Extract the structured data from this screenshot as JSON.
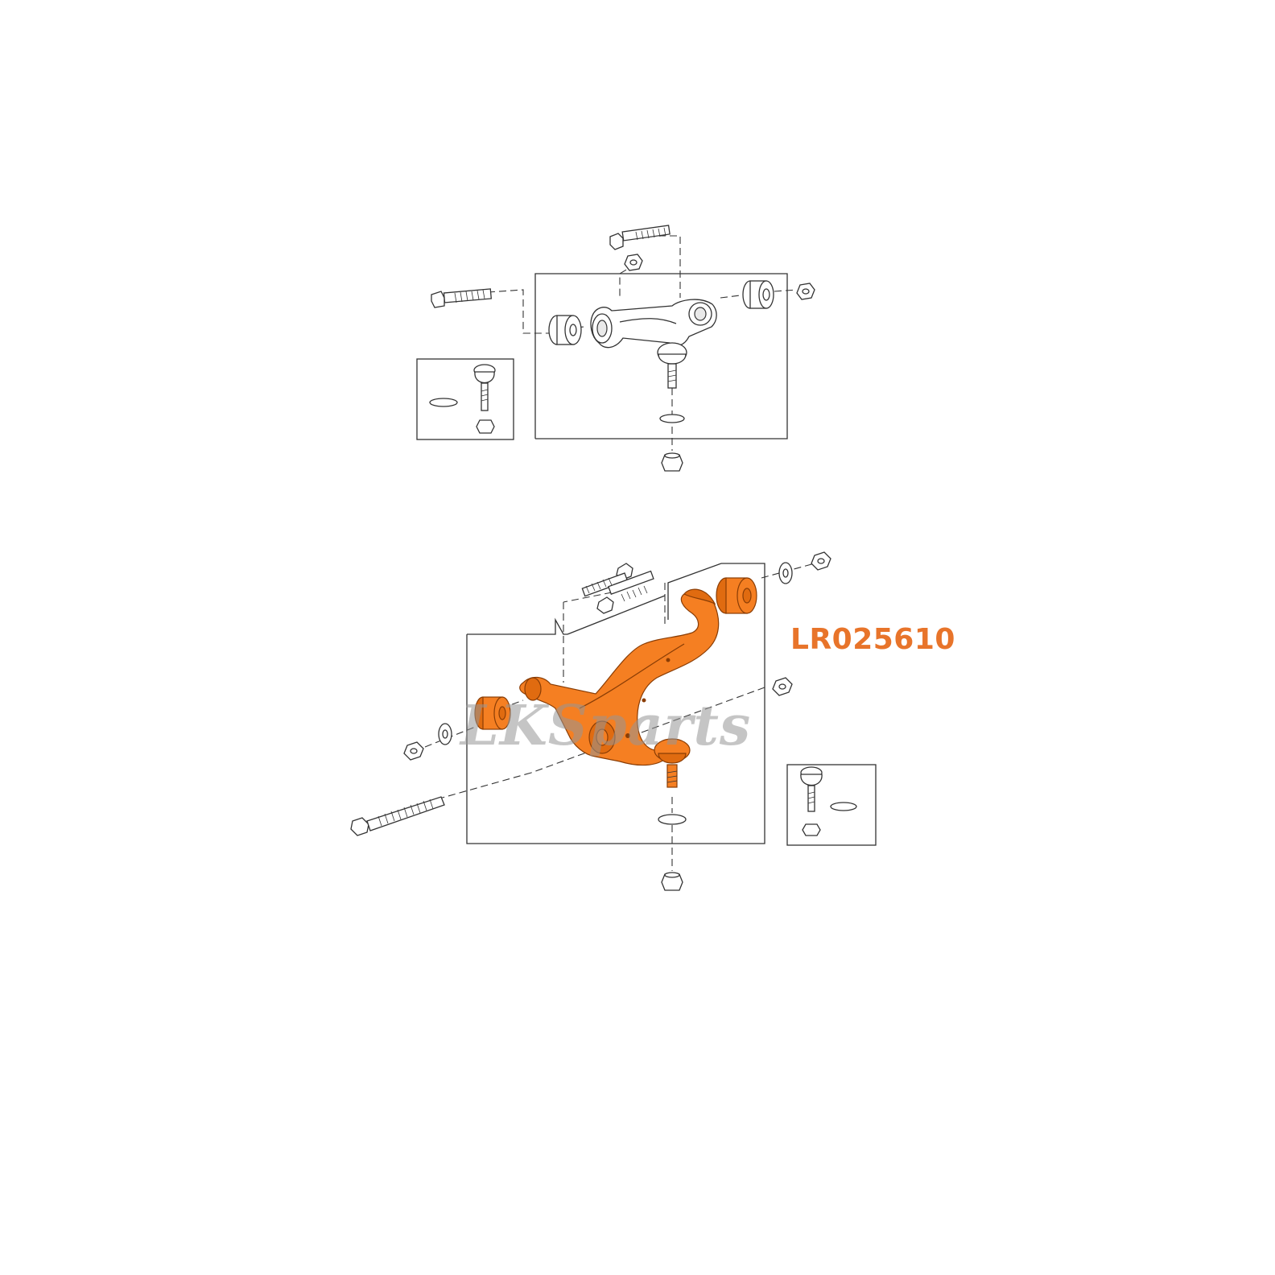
{
  "diagram": {
    "part_number": "LR025610",
    "watermark": "LKSparts",
    "highlight_color": "#f57f22",
    "label_color": "#e8742a",
    "line_color": "#333333",
    "upper_assembly": {
      "components": [
        "upper-control-arm",
        "front-bushing",
        "rear-bushing",
        "long-bolt",
        "short-bolt",
        "nut",
        "ball-joint",
        "circlip",
        "inset-ball-joint-kit"
      ]
    },
    "lower_assembly": {
      "components": [
        "lower-control-arm",
        "front-bushing",
        "rear-bushing",
        "long-bolt",
        "twin-bolts",
        "washers",
        "nuts",
        "ball-joint",
        "circlip",
        "inset-ball-joint-kit"
      ]
    }
  }
}
